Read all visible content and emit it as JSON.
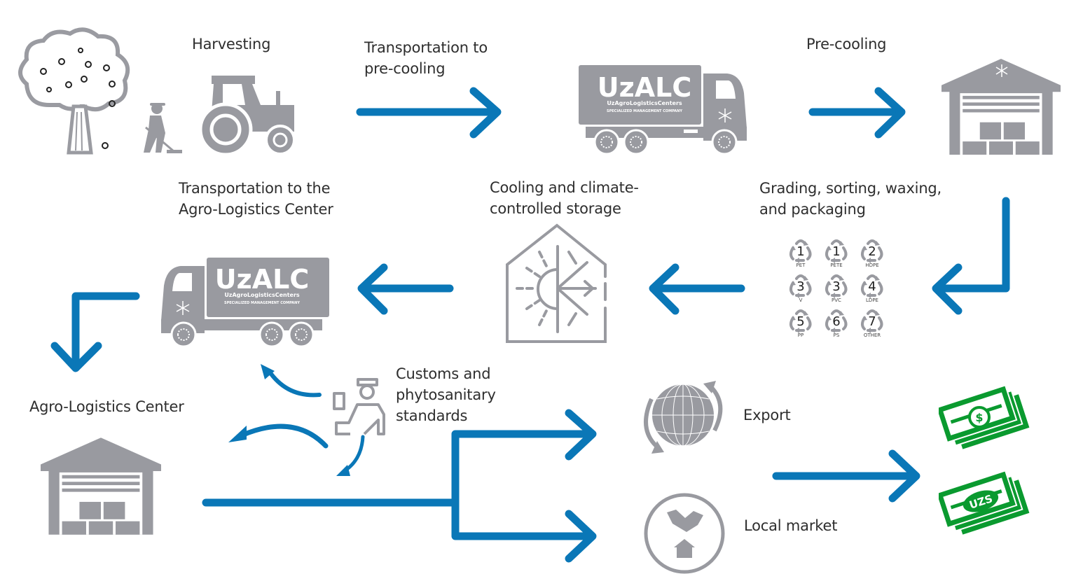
{
  "diagram": {
    "type": "process-flow",
    "colors": {
      "arrow": "#0a77b7",
      "icon_gray": "#999aa0",
      "money_green": "#0a9a2f",
      "text": "#2e2e2e"
    },
    "steps": [
      {
        "id": "harvesting",
        "label": "Harvesting",
        "icons": [
          "fruit-tree-icon",
          "farmer-icon",
          "tractor-icon"
        ]
      },
      {
        "id": "transport-precooling",
        "label": "Transportation to\npre-cooling",
        "icons": [
          "refrigerated-truck-icon"
        ]
      },
      {
        "id": "precooling",
        "label": "Pre-cooling",
        "icons": [
          "cold-warehouse-icon"
        ]
      },
      {
        "id": "grading",
        "label": "Grading, sorting, waxing,\nand packaging",
        "icons": [
          "recycling-codes-icon"
        ]
      },
      {
        "id": "cooling-storage",
        "label": "Cooling and climate-\ncontrolled storage",
        "icons": [
          "climate-house-icon"
        ]
      },
      {
        "id": "transport-alc",
        "label": "Transportation to the\nAgro-Logistics Center",
        "icons": [
          "refrigerated-truck-icon"
        ]
      },
      {
        "id": "alc",
        "label": "Agro-Logistics Center",
        "icons": [
          "warehouse-icon"
        ]
      },
      {
        "id": "customs",
        "label": "Customs and\nphytosanitary\nstandards",
        "icons": [
          "customs-officer-icon"
        ]
      },
      {
        "id": "export",
        "label": "Export",
        "icons": [
          "globe-icon"
        ]
      },
      {
        "id": "local-market",
        "label": "Local market",
        "icons": [
          "handshake-house-icon"
        ]
      }
    ],
    "truck": {
      "brand": "UzALC",
      "subtitle": "UzAgroLogisticsCenters",
      "tagline": "SPECIALIZED MANAGEMENT COMPANY"
    },
    "recycling_codes": [
      {
        "num": "1",
        "label": "PET"
      },
      {
        "num": "1",
        "label": "PETE"
      },
      {
        "num": "2",
        "label": "HDPE"
      },
      {
        "num": "3",
        "label": "V"
      },
      {
        "num": "3",
        "label": "PVC"
      },
      {
        "num": "4",
        "label": "LDPE"
      },
      {
        "num": "5",
        "label": "PP"
      },
      {
        "num": "6",
        "label": "PS"
      },
      {
        "num": "7",
        "label": "OTHER"
      }
    ],
    "currencies": [
      {
        "symbol": "$",
        "icon": "dollar-banknotes-icon"
      },
      {
        "symbol": "UZS",
        "icon": "uzs-banknotes-icon"
      }
    ]
  }
}
